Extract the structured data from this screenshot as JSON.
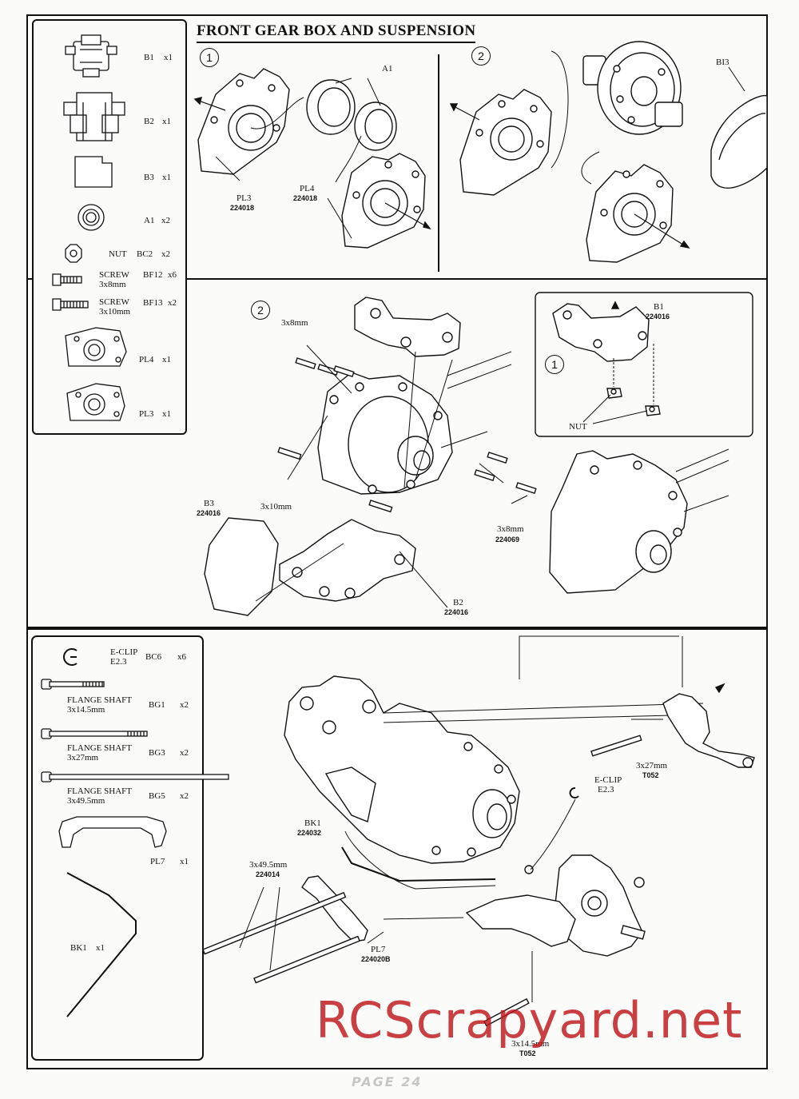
{
  "page": {
    "title": "FRONT GEAR BOX AND SUSPENSION",
    "page_number": "PAGE 24",
    "watermark": "RCScrapyard.net"
  },
  "parts_list_top": [
    {
      "code": "B1",
      "qty": "x1"
    },
    {
      "code": "B2",
      "qty": "x1"
    },
    {
      "code": "B3",
      "qty": "x1"
    },
    {
      "code": "A1",
      "qty": "x2"
    },
    {
      "name": "NUT",
      "code": "BC2",
      "qty": "x2"
    },
    {
      "name": "SCREW",
      "size": "3x8mm",
      "code": "BF12",
      "qty": "x6"
    },
    {
      "name": "SCREW",
      "size": "3x10mm",
      "code": "BF13",
      "qty": "x2"
    },
    {
      "code": "PL4",
      "qty": "x1"
    },
    {
      "code": "PL3",
      "qty": "x1"
    }
  ],
  "parts_list_bottom": [
    {
      "name": "E-CLIP",
      "size": "E2.3",
      "code": "BC6",
      "qty": "x6"
    },
    {
      "name": "FLANGE SHAFT",
      "size": "3x14.5mm",
      "code": "BG1",
      "qty": "x2"
    },
    {
      "name": "FLANGE SHAFT",
      "size": "3x27mm",
      "code": "BG3",
      "qty": "x2"
    },
    {
      "name": "FLANGE SHAFT",
      "size": "3x49.5mm",
      "code": "BG5",
      "qty": "x2"
    },
    {
      "code": "PL7",
      "qty": "x1"
    },
    {
      "code": "BK1",
      "qty": "x1"
    }
  ],
  "step1": {
    "number": "1",
    "labels": {
      "a1": "A1",
      "pl3": "PL3",
      "pl3_num": "224018",
      "pl4": "PL4",
      "pl4_num": "224018"
    }
  },
  "step2": {
    "number": "2",
    "labels": {
      "bi3": "BI3"
    }
  },
  "middle": {
    "step2_number": "2",
    "step1_number": "1",
    "labels": {
      "screw_3x8_top": "3x8mm",
      "screw_3x10": "3x10mm",
      "b3": "B3",
      "b3_num": "224016",
      "screw_3x8_right": "3x8mm",
      "screw_3x8_right_num": "224069",
      "b2": "B2",
      "b2_num": "224016",
      "b1": "B1",
      "b1_num": "224016",
      "nut": "NUT"
    }
  },
  "bottom": {
    "labels": {
      "shaft_27": "3x27mm",
      "shaft_27_num": "T052",
      "eclip": "E-CLIP",
      "eclip_size": "E2.3",
      "bk1": "BK1",
      "bk1_num": "224032",
      "shaft_49": "3x49.5mm",
      "shaft_49_num": "224014",
      "pl7": "PL7",
      "pl7_num": "224020B",
      "shaft_14": "3x14.5mm",
      "shaft_14_num": "T052"
    }
  }
}
